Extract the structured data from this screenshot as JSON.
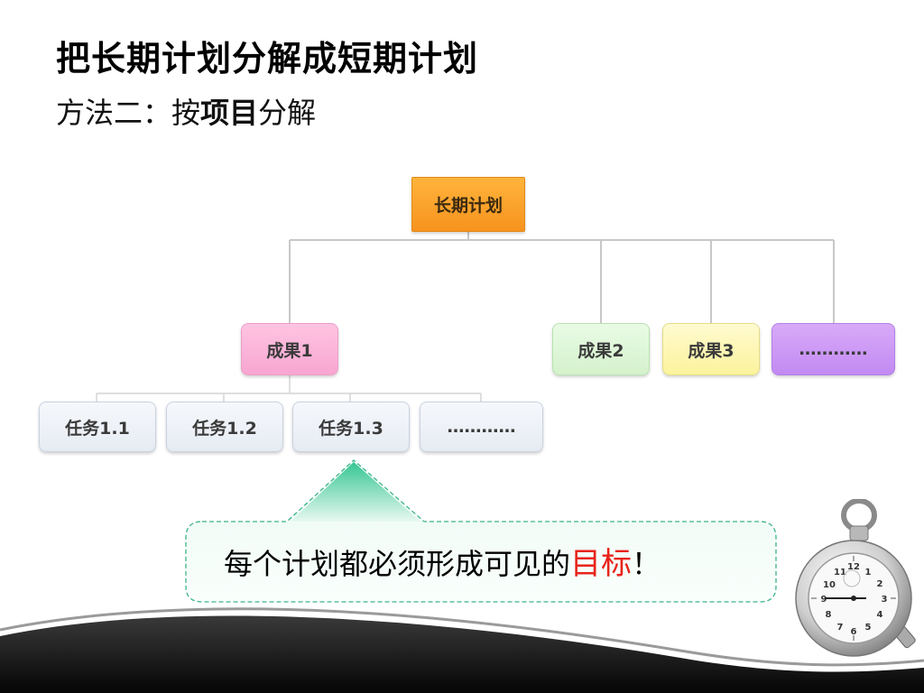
{
  "title": "把长期计划分解成短期计划",
  "subtitle": {
    "prefix": "方法二：按",
    "emphasis": "项目",
    "suffix": "分解"
  },
  "diagram": {
    "root": "长期计划",
    "results": [
      "成果1",
      "成果2",
      "成果3",
      "…………"
    ],
    "tasks": [
      "任务1.1",
      "任务1.2",
      "任务1.3",
      "…………"
    ]
  },
  "callout": {
    "text": "每个计划都必须形成可见的",
    "highlight": "目标",
    "end": "！"
  },
  "stopwatch": {
    "dial_numbers": [
      "10",
      "11",
      "12",
      "1",
      "2",
      "3",
      "4",
      "5",
      "6",
      "7",
      "8",
      "9"
    ]
  },
  "colors": {
    "root": "#f7931e",
    "result1": "#f7a6d0",
    "result2": "#d4f2cc",
    "result3": "#fbf39c",
    "result4": "#c28af2",
    "highlight": "#e8241a",
    "callout_border": "#3cb38a"
  }
}
